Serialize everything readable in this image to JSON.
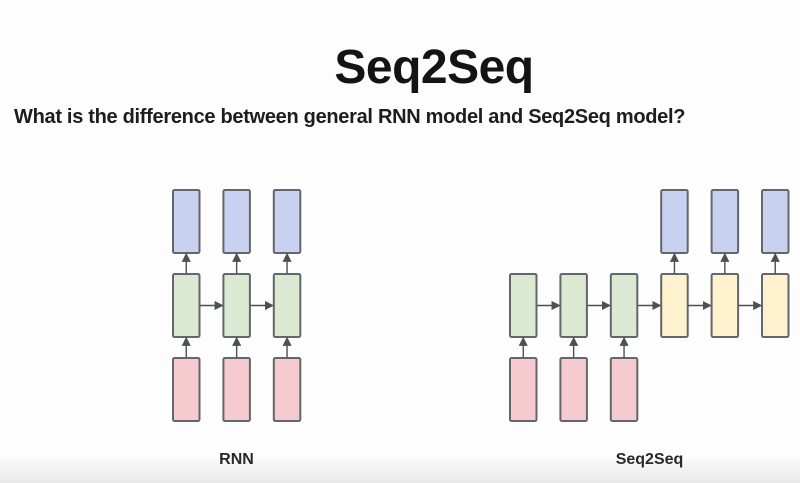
{
  "slide": {
    "title": "Seq2Seq",
    "question": "What is the difference between general RNN model and Seq2Seq model?"
  },
  "colors": {
    "input_box": "#f5cbcf",
    "encoder_hidden_box": "#dbe9d3",
    "decoder_hidden_box": "#fdf2cd",
    "output_box": "#c8d2f0",
    "box_border": "#63666a",
    "arrow": "#4d4f52",
    "text": "#1d1d1f"
  },
  "diagrams": [
    {
      "id": "rnn",
      "label": "RNN",
      "columns": [
        {
          "bottom": "input_box",
          "middle": "encoder_hidden_box",
          "top": "output_box"
        },
        {
          "bottom": "input_box",
          "middle": "encoder_hidden_box",
          "top": "output_box"
        },
        {
          "bottom": "input_box",
          "middle": "encoder_hidden_box",
          "top": "output_box"
        }
      ]
    },
    {
      "id": "seq2seq",
      "label": "Seq2Seq",
      "columns": [
        {
          "bottom": "input_box",
          "middle": "encoder_hidden_box"
        },
        {
          "bottom": "input_box",
          "middle": "encoder_hidden_box"
        },
        {
          "bottom": "input_box",
          "middle": "encoder_hidden_box"
        },
        {
          "middle": "decoder_hidden_box",
          "top": "output_box"
        },
        {
          "middle": "decoder_hidden_box",
          "top": "output_box"
        },
        {
          "middle": "decoder_hidden_box",
          "top": "output_box"
        }
      ]
    }
  ]
}
